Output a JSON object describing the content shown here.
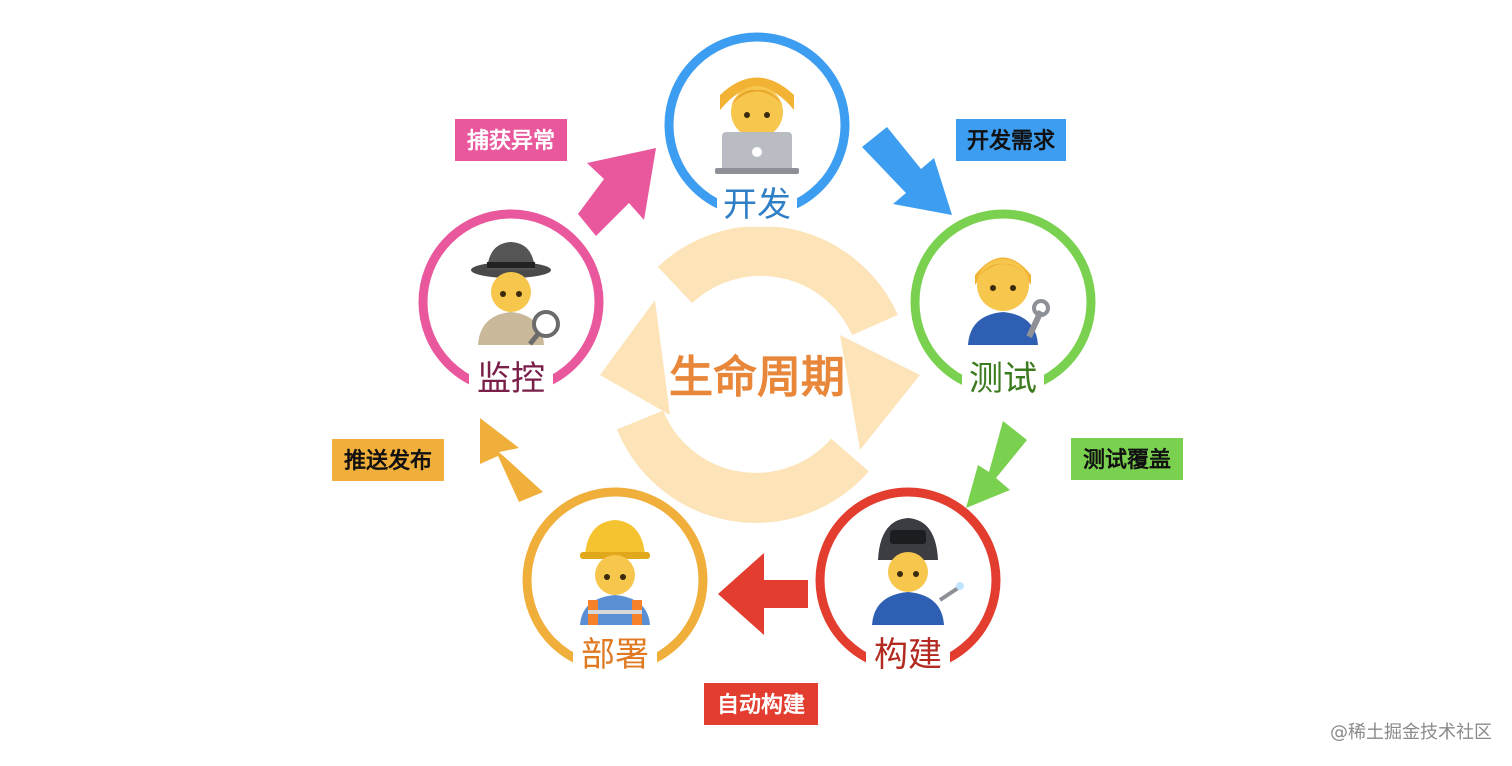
{
  "center": {
    "title": "生命周期",
    "title_color": "#e8863a",
    "cycle_color": "#fde3b8"
  },
  "stages": [
    {
      "id": "dev",
      "label": "开发",
      "color": "#3d9df0",
      "label_color": "#2f7fc7",
      "icon": "developer-laptop-icon"
    },
    {
      "id": "test",
      "label": "测试",
      "color": "#7ad14f",
      "label_color": "#3c7a1e",
      "icon": "mechanic-wrench-icon"
    },
    {
      "id": "build",
      "label": "构建",
      "color": "#e23d2e",
      "label_color": "#b22a20",
      "icon": "welder-mask-icon"
    },
    {
      "id": "deploy",
      "label": "部署",
      "color": "#f0ae3a",
      "label_color": "#e07a22",
      "icon": "construction-worker-hardhat-icon"
    },
    {
      "id": "monitor",
      "label": "监控",
      "color": "#e9579c",
      "label_color": "#7a1e4a",
      "icon": "detective-magnifier-icon"
    }
  ],
  "transitions": [
    {
      "label": "开发需求",
      "color": "#3d9df0",
      "text_color": "#111111"
    },
    {
      "label": "测试覆盖",
      "color": "#7ad14f",
      "text_color": "#111111"
    },
    {
      "label": "自动构建",
      "color": "#e23d2e",
      "text_color": "#ffffff"
    },
    {
      "label": "推送发布",
      "color": "#f0ae3a",
      "text_color": "#111111"
    },
    {
      "label": "捕获异常",
      "color": "#e9579c",
      "text_color": "#ffffff"
    }
  ],
  "watermark": "@稀土掘金技术社区"
}
